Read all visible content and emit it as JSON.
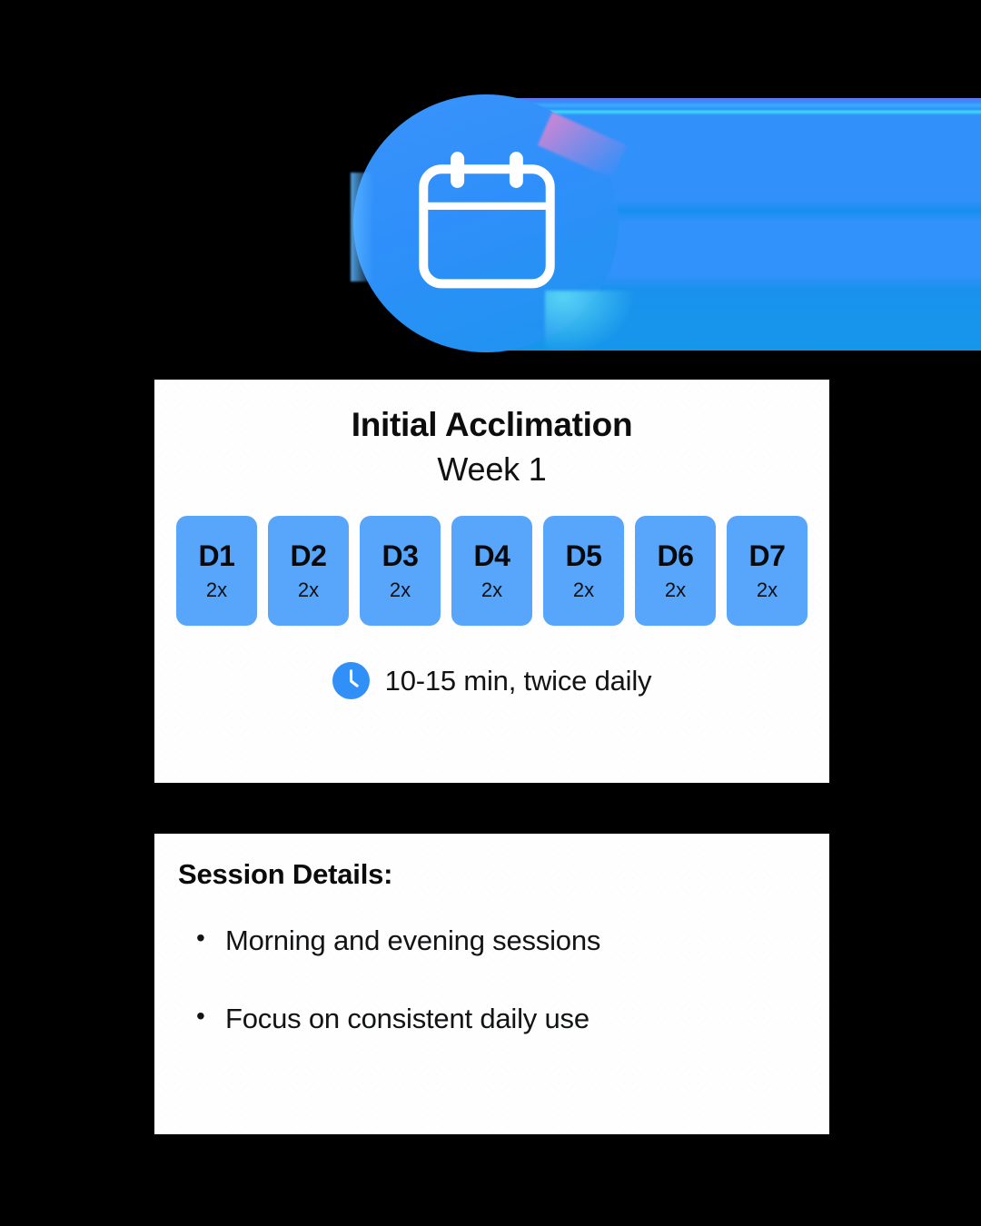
{
  "hero": {
    "icon_name": "calendar-icon",
    "circle_color": "#2f8ffa",
    "band_color": "#3190fa"
  },
  "schedule_card": {
    "title": "Initial Acclimation",
    "subtitle": "Week 1",
    "chip_color": "#57a6fb",
    "days": [
      {
        "label": "D1",
        "frequency": "2x"
      },
      {
        "label": "D2",
        "frequency": "2x"
      },
      {
        "label": "D3",
        "frequency": "2x"
      },
      {
        "label": "D4",
        "frequency": "2x"
      },
      {
        "label": "D5",
        "frequency": "2x"
      },
      {
        "label": "D6",
        "frequency": "2x"
      },
      {
        "label": "D7",
        "frequency": "2x"
      }
    ],
    "duration": {
      "icon_name": "clock-icon",
      "text": "10-15 min, twice daily"
    }
  },
  "details_card": {
    "heading": "Session Details:",
    "items": [
      "Morning and evening sessions",
      "Focus on consistent daily use"
    ]
  }
}
